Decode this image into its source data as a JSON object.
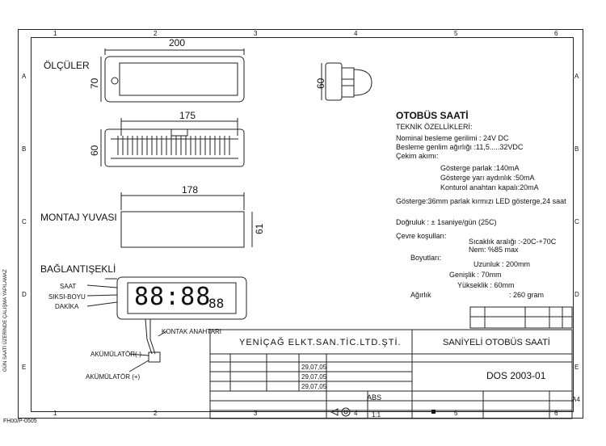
{
  "drawing": {
    "header_labels": [
      "1",
      "2",
      "3",
      "4",
      "5",
      "6"
    ],
    "footer_labels": [
      "1",
      "2",
      "3",
      "4",
      "5",
      "6"
    ],
    "left_labels": [
      "A",
      "B",
      "C",
      "D",
      "E"
    ],
    "right_labels": [
      "A",
      "B",
      "C",
      "D",
      "E"
    ],
    "side_note": "GÜN SAATİ ÜZERİNDE ÇALIŞMA YAPILAMAZ",
    "bottom_note": "FH00/P-0505"
  },
  "sections": {
    "dimensions_title": "ÖLÇÜLER",
    "mount_title": "MONTAJ YUVASI",
    "connection_title": "BAĞLANTIŞEKLİ"
  },
  "dimensions": {
    "front_width": "200",
    "front_height": "70",
    "side_height": "60",
    "bottom_width": "175",
    "bottom_height": "60",
    "mount_width": "178",
    "mount_height": "61"
  },
  "display": {
    "main_digits": "88:88",
    "small_digits": "88"
  },
  "wiring": {
    "labels": [
      "SAAT",
      "SIKSI-BOYU",
      "DAKİKA"
    ],
    "switch": "KONTAK ANAHTARI",
    "battery_neg": "AKÜMÜLATÖR(-)",
    "battery_pos": "AKÜMÜLATÖR (+)"
  },
  "specs": {
    "title": "OTOBÜS SAATİ",
    "subtitle": "TEKNİK ÖZELLİKLERİ:",
    "lines": [
      "Nominal besleme gerilimi  : 24V  DC",
      "Besleme genlim ağırlığı     :11,5.....32VDC",
      "Çekim akımı:"
    ],
    "current_lines": [
      "Gösterge parlak :140mA",
      "Gösterge yarı aydınlık :50mA",
      "Konturol anahtarı kapalı:20mA"
    ],
    "display_line": "Gösterge:36mm parlak kırmızı  LED gösterge,24 saat",
    "accuracy": "Doğruluk : ± 1saniye/gün (25C)",
    "env": "Çevre koşulları:",
    "temp_range": "Sıcaklık aralığı :-20C-+70C",
    "humidity": "Nem:          %85 max",
    "size_label": "Boyutları:",
    "length": "Uzunluk          : 200mm",
    "width": "Genişlik    : 70mm",
    "height": "Yükseklik :  60mm",
    "weight_label": "Ağırlık",
    "weight": ": 260 gram"
  },
  "title_block": {
    "company": "YENİÇAĞ ELKT.SAN.TİC.LTD.ŞTİ.",
    "product": "SANİYELİ OTOBÜS SAATİ",
    "drawing_no": "DOS 2003-01",
    "material": "ABS",
    "dates": [
      "29,07,05",
      "29,07,05",
      "29,07,05"
    ],
    "scale": "1:1",
    "sheet": "A4"
  }
}
